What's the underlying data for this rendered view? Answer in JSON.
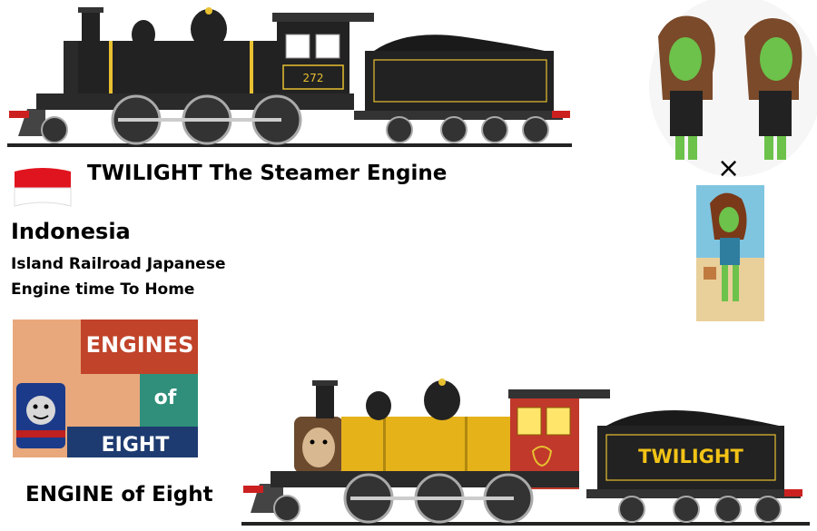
{
  "top_engine": {
    "number": "272"
  },
  "flag": {
    "top_color": "#e0141e",
    "bottom_color": "#ffffff"
  },
  "title": "TWILIGHT The Steamer Engine",
  "country": "Indonesia",
  "subtitle_line1": "Island Railroad Japanese",
  "subtitle_line2": "Engine time To Home",
  "engines_card": {
    "line1": "ENGINES",
    "line2": "of",
    "line3": "EIGHT"
  },
  "engines_caption": "ENGINE of Eight",
  "bottom_tender": {
    "name": "TWILIGHT"
  },
  "crossover_symbol": "×",
  "colors": {
    "loco_black": "#222222",
    "loco_yellow": "#e5b21a",
    "cab_red": "#c0392b",
    "brass": "#e8c030",
    "buffer_red": "#cc2020"
  }
}
